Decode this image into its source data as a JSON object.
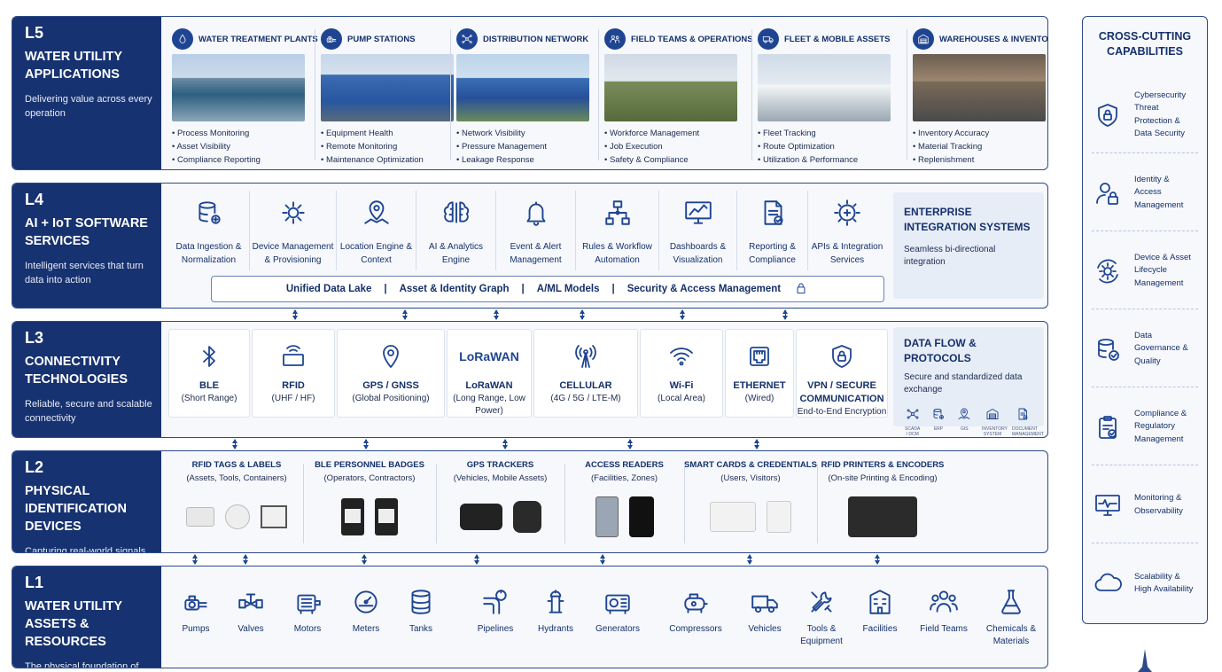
{
  "layers": {
    "l5": {
      "num": "L5",
      "title": "WATER UTILITY APPLICATIONS",
      "subtitle": "Delivering value across every operation",
      "apps": [
        {
          "title": "WATER TREATMENT PLANTS",
          "icon": "water-drop-icon",
          "items": [
            "Process Monitoring",
            "Asset Visibility",
            "Compliance Reporting"
          ]
        },
        {
          "title": "PUMP STATIONS",
          "icon": "pump-icon",
          "items": [
            "Equipment Health",
            "Remote Monitoring",
            "Maintenance Optimization"
          ]
        },
        {
          "title": "DISTRIBUTION NETWORK",
          "icon": "network-icon",
          "items": [
            "Network Visibility",
            "Pressure Management",
            "Leakage Response"
          ]
        },
        {
          "title": "FIELD TEAMS & OPERATIONS",
          "icon": "team-icon",
          "items": [
            "Workforce Management",
            "Job Execution",
            "Safety & Compliance"
          ]
        },
        {
          "title": "FLEET & MOBILE ASSETS",
          "icon": "truck-icon",
          "items": [
            "Fleet Tracking",
            "Route Optimization",
            "Utilization & Performance"
          ]
        },
        {
          "title": "WAREHOUSES & INVENTORY",
          "icon": "warehouse-icon",
          "items": [
            "Inventory Accuracy",
            "Material Tracking",
            "Replenishment"
          ]
        }
      ]
    },
    "l4": {
      "num": "L4",
      "title": "AI + IoT SOFTWARE SERVICES",
      "subtitle": "Intelligent services that turn data into action",
      "services": [
        {
          "label": "Data Ingestion & Normalization",
          "icon": "database-icon"
        },
        {
          "label": "Device Management & Provisioning",
          "icon": "device-gear-icon"
        },
        {
          "label": "Location Engine & Context",
          "icon": "map-pin-icon"
        },
        {
          "label": "AI & Analytics Engine",
          "icon": "ai-brain-icon"
        },
        {
          "label": "Event & Alert Management",
          "icon": "bell-icon"
        },
        {
          "label": "Rules & Workflow Automation",
          "icon": "workflow-icon"
        },
        {
          "label": "Dashboards & Visualization",
          "icon": "dashboard-icon"
        },
        {
          "label": "Reporting & Compliance",
          "icon": "report-icon"
        },
        {
          "label": "APIs & Integration Services",
          "icon": "api-gear-icon"
        }
      ],
      "lake": [
        "Unified Data Lake",
        "Asset & Identity Graph",
        "A/ML Models",
        "Security & Access Management"
      ],
      "panel_title": "ENTERPRISE INTEGRATION SYSTEMS",
      "panel_sub": "Seamless bi-directional integration"
    },
    "l3": {
      "num": "L3",
      "title": "CONNECTIVITY TECHNOLOGIES",
      "subtitle": "Reliable, secure and scalable connectivity",
      "techs": [
        {
          "name": "BLE",
          "desc": "(Short Range)",
          "icon": "bluetooth-icon"
        },
        {
          "name": "RFID",
          "desc": "(UHF / HF)",
          "icon": "rfid-icon"
        },
        {
          "name": "GPS / GNSS",
          "desc": "(Global Positioning)",
          "icon": "location-icon"
        },
        {
          "name": "LoRaWAN",
          "desc": "(Long Range, Low Power)",
          "icon": "lorawan-icon",
          "logo": "LoRaWAN"
        },
        {
          "name": "CELLULAR",
          "desc": "(4G / 5G / LTE-M)",
          "icon": "cell-tower-icon"
        },
        {
          "name": "Wi-Fi",
          "desc": "(Local Area)",
          "icon": "wifi-icon"
        },
        {
          "name": "ETHERNET",
          "desc": "(Wired)",
          "icon": "ethernet-icon"
        },
        {
          "name": "VPN / SECURE COMMUNICATION",
          "desc": "End-to-End Encryption",
          "icon": "shield-lock-icon"
        }
      ],
      "panel_title": "DATA FLOW & PROTOCOLS",
      "panel_sub": "Secure and standardized data exchange",
      "protocols": [
        "SCADA / DCM",
        "ERP",
        "GIS",
        "INVENTORY SYSTEM",
        "DOCUMENT MANAGEMENT"
      ]
    },
    "l2": {
      "num": "L2",
      "title": "PHYSICAL IDENTIFICATION DEVICES",
      "subtitle": "Capturing real-world signals and identity",
      "devices": [
        {
          "name": "RFID TAGS & LABELS",
          "desc": "(Assets, Tools, Containers)"
        },
        {
          "name": "BLE PERSONNEL BADGES",
          "desc": "(Operators, Contractors)"
        },
        {
          "name": "GPS TRACKERS",
          "desc": "(Vehicles, Mobile Assets)"
        },
        {
          "name": "ACCESS READERS",
          "desc": "(Facilities, Zones)"
        },
        {
          "name": "SMART CARDS & CREDENTIALS",
          "desc": "(Users, Visitors)"
        },
        {
          "name": "RFID PRINTERS & ENCODERS",
          "desc": "(On-site Printing & Encoding)"
        }
      ]
    },
    "l1": {
      "num": "L1",
      "title": "WATER UTILITY ASSETS & RESOURCES",
      "subtitle": "The physical foundation of operations",
      "assets": [
        {
          "name": "Pumps",
          "icon": "pump-icon"
        },
        {
          "name": "Valves",
          "icon": "valve-icon"
        },
        {
          "name": "Motors",
          "icon": "motor-icon"
        },
        {
          "name": "Meters",
          "icon": "meter-icon"
        },
        {
          "name": "Tanks",
          "icon": "tank-icon"
        },
        {
          "name": "Pipelines",
          "icon": "pipeline-icon"
        },
        {
          "name": "Hydrants",
          "icon": "hydrant-icon"
        },
        {
          "name": "Generators",
          "icon": "generator-icon"
        },
        {
          "name": "Compressors",
          "icon": "compressor-icon"
        },
        {
          "name": "Vehicles",
          "icon": "vehicle-icon"
        },
        {
          "name": "Tools & Equipment",
          "icon": "tools-icon"
        },
        {
          "name": "Facilities",
          "icon": "building-icon"
        },
        {
          "name": "Field Teams",
          "icon": "people-icon"
        },
        {
          "name": "Chemicals & Materials",
          "icon": "chemical-icon"
        }
      ]
    }
  },
  "cross_cutting": {
    "title": "CROSS-CUTTING CAPABILITIES",
    "items": [
      {
        "label": "Cybersecurity Threat Protection & Data Security",
        "icon": "shield-lock-icon"
      },
      {
        "label": "Identity & Access Management",
        "icon": "user-lock-icon"
      },
      {
        "label": "Device & Asset Lifecycle Management",
        "icon": "gear-cycle-icon"
      },
      {
        "label": "Data Governance & Quality",
        "icon": "database-check-icon"
      },
      {
        "label": "Compliance & Regulatory Management",
        "icon": "clipboard-check-icon"
      },
      {
        "label": "Monitoring & Observability",
        "icon": "monitor-pulse-icon"
      },
      {
        "label": "Scalability & High Availability",
        "icon": "cloud-icon"
      }
    ]
  },
  "colors": {
    "navy": "#173270",
    "accent": "#1f4592",
    "panel": "#f6f8fc"
  }
}
